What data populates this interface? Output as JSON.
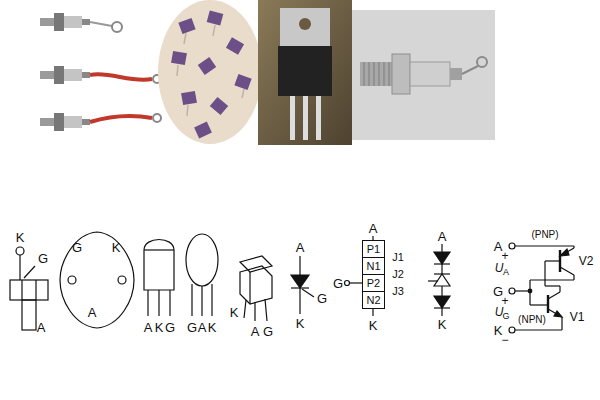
{
  "diagram": {
    "nodes": [
      {
        "text": [
          "P1"
        ]
      },
      {
        "text": [
          "N1"
        ]
      },
      {
        "text": [
          "P2"
        ]
      },
      {
        "text": [
          "N2"
        ]
      }
    ],
    "labels": [
      "K",
      "G",
      "A",
      "G",
      "K",
      "A",
      "A",
      "K",
      "G",
      "G",
      "A",
      "K",
      "K",
      "A",
      "G",
      "A",
      "G",
      "K",
      "A",
      "J1",
      "J2",
      "J3",
      "G",
      "K",
      "A",
      "K",
      "A",
      "+",
      "(PNP)",
      "U",
      "A",
      "V2",
      "G",
      "+",
      "U",
      "G",
      "(NPN)",
      "V1",
      "K",
      "−"
    ]
  }
}
